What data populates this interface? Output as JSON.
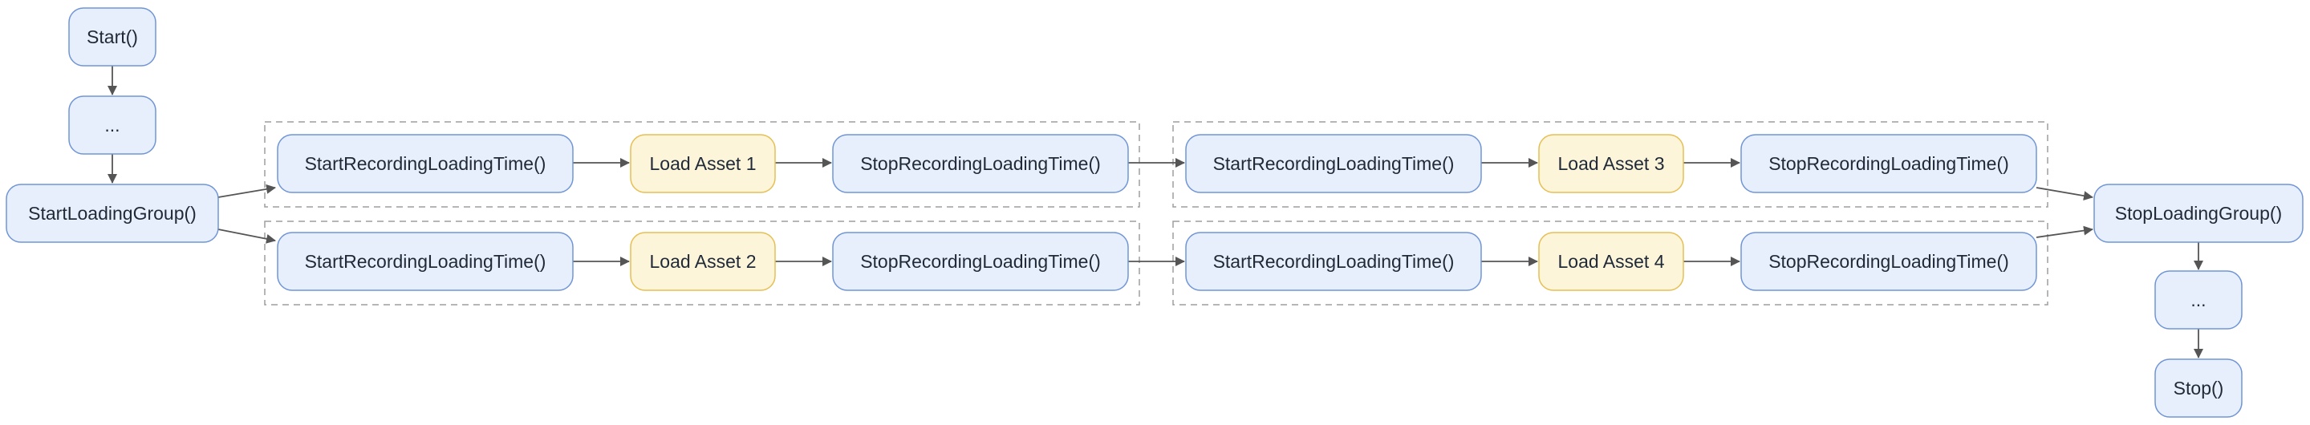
{
  "colors": {
    "blue_fill": "#e8effc",
    "blue_stroke": "#6f95d6",
    "yellow_fill": "#fdf5da",
    "yellow_stroke": "#e6bf52",
    "arrow": "#555555",
    "group_border": "#9e9e9e"
  },
  "nodes": {
    "start": "Start()",
    "ellipsis_top": "...",
    "start_loading_group": "StartLoadingGroup()",
    "g1r1_start": "StartRecordingLoadingTime()",
    "g1r1_asset": "Load Asset 1",
    "g1r1_stop": "StopRecordingLoadingTime()",
    "g1r2_start": "StartRecordingLoadingTime()",
    "g1r2_asset": "Load Asset 2",
    "g1r2_stop": "StopRecordingLoadingTime()",
    "g2r1_start": "StartRecordingLoadingTime()",
    "g2r1_asset": "Load Asset 3",
    "g2r1_stop": "StopRecordingLoadingTime()",
    "g2r2_start": "StartRecordingLoadingTime()",
    "g2r2_asset": "Load Asset 4",
    "g2r2_stop": "StopRecordingLoadingTime()",
    "stop_loading_group": "StopLoadingGroup()",
    "ellipsis_bottom": "...",
    "stop": "Stop()"
  }
}
